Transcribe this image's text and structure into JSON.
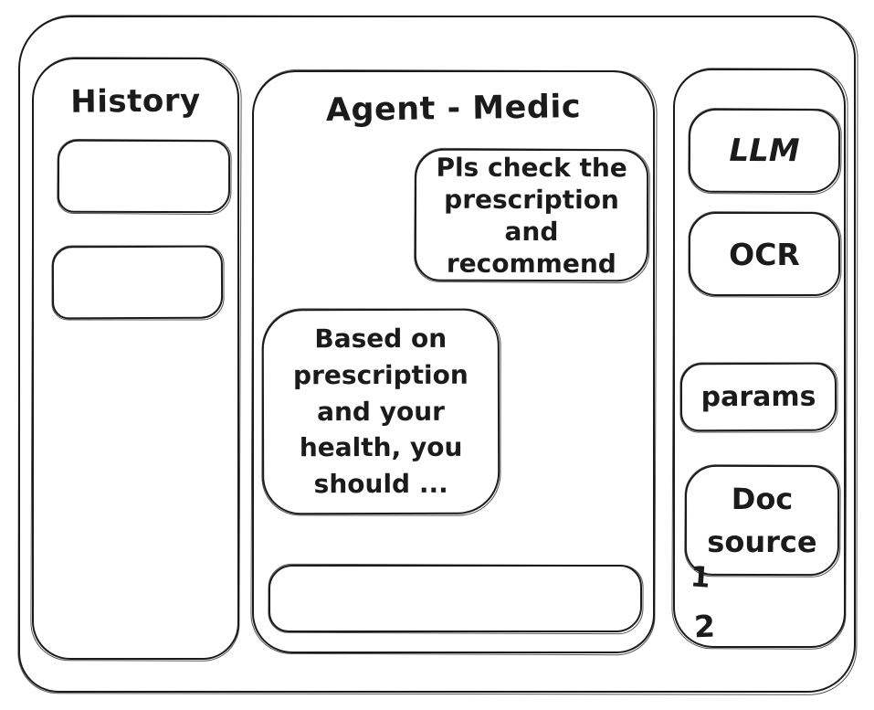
{
  "canvas": {
    "background": "#ffffff",
    "ink": "#1b1b1b",
    "style": "hand-drawn wireframe"
  },
  "history_panel": {
    "title": "History",
    "items": [
      "",
      ""
    ]
  },
  "chat_panel": {
    "title": "Agent - Medic",
    "messages": [
      {
        "role": "user",
        "text": "Pls check the\nprescription\nand recommend"
      },
      {
        "role": "agent",
        "text": "Based on\nprescription\nand your\nhealth, you\nshould ..."
      }
    ],
    "input_value": ""
  },
  "tools_panel": {
    "tools": [
      "LLM",
      "OCR",
      "params",
      "Doc source"
    ],
    "doc_source_items": [
      "1",
      "2"
    ]
  }
}
